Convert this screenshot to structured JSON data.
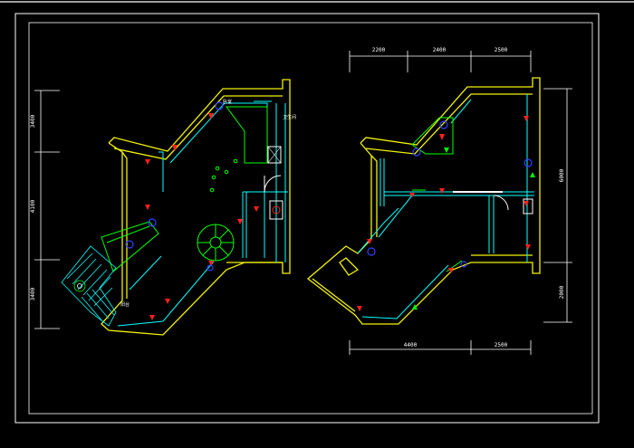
{
  "colors": {
    "background": "#000000",
    "frame": "#ffffff",
    "wall": "#f2f200",
    "inner_wall": "#00ffff",
    "furniture": "#00ff00",
    "dimension": "#ffffff",
    "socket_red": "#ff2020",
    "socket_blue": "#3040ff"
  },
  "left_plan": {
    "dimensions": [
      "3400",
      "4100",
      "3400"
    ],
    "labels": [
      "卧室",
      "卫生间",
      "阳台"
    ]
  },
  "right_plan": {
    "top_dimensions": [
      "2200",
      "2400",
      "2500"
    ],
    "bottom_dimensions": [
      "4400",
      "2500"
    ],
    "right_dimensions": [
      "6000",
      "2000"
    ]
  }
}
